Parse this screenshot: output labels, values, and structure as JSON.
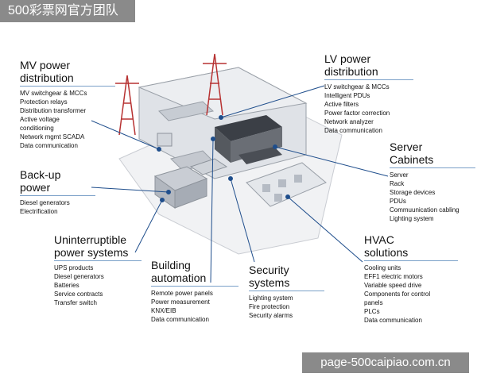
{
  "watermark_top": "500彩票网官方团队",
  "watermark_bottom": "page-500caipiao.com.cn",
  "blocks": {
    "mv": {
      "title": "MV power\ndistribution",
      "items": [
        "MV switchgear & MCCs",
        "Protection relays",
        "Distribution transformer",
        "Active voltage\nconditioning",
        "Network mgmt SCADA",
        "Data communication"
      ]
    },
    "backup": {
      "title": "Back-up\npower",
      "items": [
        "Diesel generators",
        "Electrification"
      ]
    },
    "ups": {
      "title": "Uninterruptible\npower systems",
      "items": [
        "UPS products",
        "Diesel generators",
        "Batteries",
        "Service contracts",
        "Transfer switch"
      ]
    },
    "building": {
      "title": "Building\nautomation",
      "items": [
        "Remote power panels",
        "Power measurement",
        "KNX/EIB",
        "Data communication"
      ]
    },
    "security": {
      "title": "Security\nsystems",
      "items": [
        "Lighting system",
        "Fire protection",
        "Security alarms"
      ]
    },
    "lv": {
      "title": "LV power\ndistribution",
      "items": [
        "LV switchgear &  MCCs",
        "Intelligent PDUs",
        "Active filters",
        "Power factor correction",
        "Network analyzer",
        "Data communication"
      ]
    },
    "server": {
      "title": "Server\nCabinets",
      "items": [
        "Server",
        "Rack",
        "Storage devices",
        "PDUs",
        "Commuunication cabling",
        "Lighting system"
      ]
    },
    "hvac": {
      "title": "HVAC\nsolutions",
      "items": [
        "Cooling units",
        "EFF1 electric motors",
        "Variable speed drive",
        "Components for control\npanels",
        "PLCs",
        "Data communication"
      ]
    }
  },
  "colors": {
    "connector": "#1f4e8c",
    "rule": "#7aa0c8",
    "watermark_bg": "#8a8a8a"
  }
}
